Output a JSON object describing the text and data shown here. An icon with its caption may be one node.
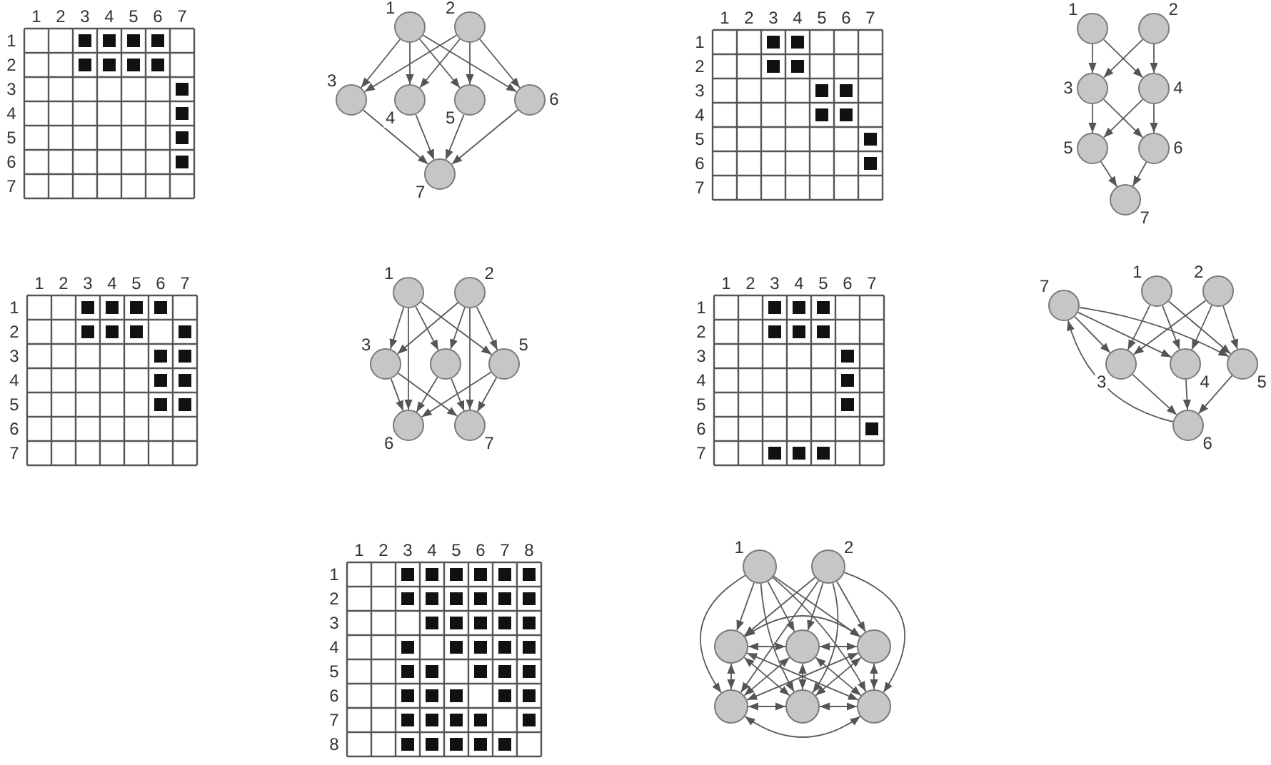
{
  "diagram": {
    "nodes": [
      {
        "text": [
          "1"
        ]
      },
      {
        "text": [
          "2"
        ]
      },
      {
        "text": [
          "3"
        ]
      },
      {
        "text": [
          "4"
        ]
      },
      {
        "text": [
          "5"
        ]
      },
      {
        "text": [
          "6"
        ]
      },
      {
        "text": [
          "7"
        ]
      },
      {
        "text": [
          "1"
        ]
      },
      {
        "text": [
          "2"
        ]
      },
      {
        "text": [
          "3"
        ]
      },
      {
        "text": [
          "4"
        ]
      },
      {
        "text": [
          "5"
        ]
      },
      {
        "text": [
          "6"
        ]
      },
      {
        "text": [
          "7"
        ]
      },
      {
        "text": [
          "1"
        ]
      },
      {
        "text": [
          "2"
        ]
      },
      {
        "text": [
          "3"
        ]
      },
      {
        "text": [],
        "shape": "circle"
      },
      {
        "text": [
          "5"
        ]
      },
      {
        "text": [
          "6"
        ]
      },
      {
        "text": [
          "7"
        ]
      },
      {
        "text": [
          "1"
        ]
      },
      {
        "text": [
          "2"
        ]
      },
      {
        "text": [
          "3"
        ]
      },
      {
        "text": [
          "4"
        ]
      },
      {
        "text": [
          "5"
        ]
      },
      {
        "text": [
          "6"
        ]
      },
      {
        "text": [
          "7"
        ]
      },
      {
        "text": [
          "1"
        ]
      },
      {
        "text": [
          "2"
        ]
      },
      {
        "text": [],
        "shape": "circle"
      },
      {
        "text": [],
        "shape": "circle"
      },
      {
        "text": [],
        "shape": "circle"
      },
      {
        "text": [],
        "shape": "circle"
      },
      {
        "text": [],
        "shape": "circle"
      },
      {
        "text": [],
        "shape": "circle"
      }
    ],
    "edges": [
      {
        "from": 0,
        "to": 2,
        "arrow": "to"
      },
      {
        "from": 0,
        "to": 3,
        "arrow": "to"
      },
      {
        "from": 0,
        "to": 4,
        "arrow": "to"
      },
      {
        "from": 0,
        "to": 5,
        "arrow": "to"
      },
      {
        "from": 1,
        "to": 2,
        "arrow": "to"
      },
      {
        "from": 1,
        "to": 3,
        "arrow": "to"
      },
      {
        "from": 1,
        "to": 4,
        "arrow": "to"
      },
      {
        "from": 1,
        "to": 5,
        "arrow": "to"
      },
      {
        "from": 2,
        "to": 6,
        "arrow": "to"
      },
      {
        "from": 3,
        "to": 6,
        "arrow": "to"
      },
      {
        "from": 4,
        "to": 6,
        "arrow": "to"
      },
      {
        "from": 5,
        "to": 6,
        "arrow": "to"
      },
      {
        "from": 7,
        "to": 9,
        "arrow": "to"
      },
      {
        "from": 7,
        "to": 10,
        "arrow": "to"
      },
      {
        "from": 8,
        "to": 9,
        "arrow": "to"
      },
      {
        "from": 8,
        "to": 10,
        "arrow": "to"
      },
      {
        "from": 9,
        "to": 11,
        "arrow": "to"
      },
      {
        "from": 9,
        "to": 12,
        "arrow": "to"
      },
      {
        "from": 10,
        "to": 11,
        "arrow": "to"
      },
      {
        "from": 10,
        "to": 12,
        "arrow": "to"
      },
      {
        "from": 11,
        "to": 13,
        "arrow": "to"
      },
      {
        "from": 12,
        "to": 13,
        "arrow": "to"
      },
      {
        "from": 14,
        "to": 16,
        "arrow": "to"
      },
      {
        "from": 14,
        "to": 17,
        "arrow": "to"
      },
      {
        "from": 14,
        "to": 18,
        "arrow": "to"
      },
      {
        "from": 14,
        "to": 19,
        "arrow": "to"
      },
      {
        "from": 15,
        "to": 16,
        "arrow": "to"
      },
      {
        "from": 15,
        "to": 17,
        "arrow": "to"
      },
      {
        "from": 15,
        "to": 18,
        "arrow": "to"
      },
      {
        "from": 15,
        "to": 20,
        "arrow": "to"
      },
      {
        "from": 16,
        "to": 19,
        "arrow": "to"
      },
      {
        "from": 16,
        "to": 20,
        "arrow": "to"
      },
      {
        "from": 17,
        "to": 19,
        "arrow": "to"
      },
      {
        "from": 17,
        "to": 20,
        "arrow": "to"
      },
      {
        "from": 18,
        "to": 19,
        "arrow": "to"
      },
      {
        "from": 18,
        "to": 20,
        "arrow": "to"
      },
      {
        "from": 21,
        "to": 23,
        "arrow": "to"
      },
      {
        "from": 21,
        "to": 24,
        "arrow": "to"
      },
      {
        "from": 21,
        "to": 25,
        "arrow": "to"
      },
      {
        "from": 22,
        "to": 23,
        "arrow": "to"
      },
      {
        "from": 22,
        "to": 24,
        "arrow": "to"
      },
      {
        "from": 22,
        "to": 25,
        "arrow": "to"
      },
      {
        "from": 23,
        "to": 26,
        "arrow": "to"
      },
      {
        "from": 24,
        "to": 26,
        "arrow": "to"
      },
      {
        "from": 25,
        "to": 26,
        "arrow": "to"
      },
      {
        "from": 26,
        "to": 27,
        "arrow": "to"
      },
      {
        "from": 27,
        "to": 23,
        "arrow": "to"
      },
      {
        "from": 27,
        "to": 24,
        "arrow": "to"
      },
      {
        "from": 27,
        "to": 25,
        "arrow": "to"
      },
      {
        "from": 28,
        "to": 30,
        "arrow": "to"
      },
      {
        "from": 28,
        "to": 31,
        "arrow": "to"
      },
      {
        "from": 28,
        "to": 32,
        "arrow": "to"
      },
      {
        "from": 28,
        "to": 33,
        "arrow": "to"
      },
      {
        "from": 28,
        "to": 34,
        "arrow": "to"
      },
      {
        "from": 28,
        "to": 35,
        "arrow": "to"
      },
      {
        "from": 29,
        "to": 30,
        "arrow": "to"
      },
      {
        "from": 29,
        "to": 31,
        "arrow": "to"
      },
      {
        "from": 29,
        "to": 32,
        "arrow": "to"
      },
      {
        "from": 29,
        "to": 33,
        "arrow": "to"
      },
      {
        "from": 29,
        "to": 34,
        "arrow": "to"
      },
      {
        "from": 29,
        "to": 35,
        "arrow": "to"
      },
      {
        "from": 30,
        "to": 31,
        "arrow": "both"
      },
      {
        "from": 30,
        "to": 32,
        "arrow": "both"
      },
      {
        "from": 30,
        "to": 33,
        "arrow": "both"
      },
      {
        "from": 30,
        "to": 34,
        "arrow": "both"
      },
      {
        "from": 30,
        "to": 35,
        "arrow": "both"
      },
      {
        "from": 31,
        "to": 32,
        "arrow": "both"
      },
      {
        "from": 31,
        "to": 33,
        "arrow": "both"
      },
      {
        "from": 31,
        "to": 34,
        "arrow": "both"
      },
      {
        "from": 31,
        "to": 35,
        "arrow": "both"
      },
      {
        "from": 32,
        "to": 33,
        "arrow": "both"
      },
      {
        "from": 32,
        "to": 34,
        "arrow": "both"
      },
      {
        "from": 32,
        "to": 35,
        "arrow": "both"
      },
      {
        "from": 33,
        "to": 34,
        "arrow": "both"
      },
      {
        "from": 33,
        "to": 35,
        "arrow": "both"
      },
      {
        "from": 34,
        "to": 35,
        "arrow": "both"
      }
    ],
    "labels": [
      "1",
      "2",
      "3",
      "4",
      "5",
      "6",
      "7",
      "1",
      "2",
      "3",
      "4",
      "5",
      "6",
      "7",
      "1",
      "2",
      "3",
      "4",
      "5",
      "6",
      "7",
      "1",
      "2",
      "3",
      "4",
      "5",
      "6",
      "7",
      "1",
      "2",
      "3",
      "4",
      "5",
      "6",
      "7",
      "1",
      "2",
      "3",
      "4",
      "5",
      "6",
      "7",
      "1",
      "2",
      "3",
      "4",
      "5",
      "6",
      "7",
      "1",
      "2",
      "3",
      "4",
      "5",
      "6",
      "7",
      "1",
      "2",
      "3",
      "4",
      "5",
      "6",
      "7",
      "8",
      "1",
      "2",
      "3",
      "4",
      "5",
      "6",
      "7",
      "8"
    ]
  }
}
